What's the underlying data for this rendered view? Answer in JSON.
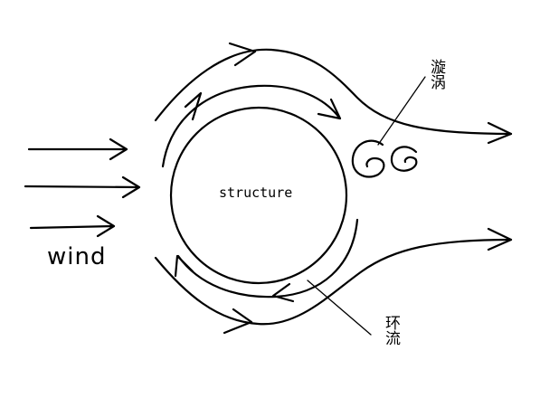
{
  "labels": {
    "structure": "structure",
    "wind": "wind",
    "vortex": "漩涡",
    "circulation": "环流"
  },
  "colors": {
    "ink": "#000000",
    "background": "#ffffff"
  }
}
